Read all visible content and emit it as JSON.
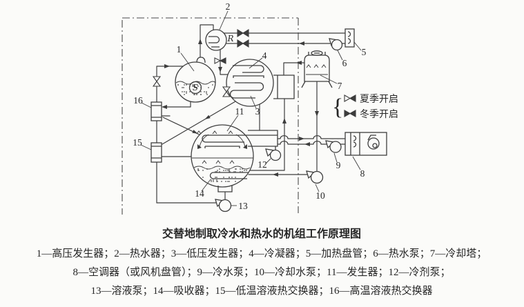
{
  "colors": {
    "line": "#3d3d3d",
    "bg": "#fbfbf9",
    "text": "#262626"
  },
  "diagram": {
    "labels": {
      "n1": "1",
      "n2": "2",
      "n3": "3",
      "n4": "4",
      "n5": "5",
      "n6": "6",
      "n7": "7",
      "n8": "8",
      "n9": "9",
      "n10": "10",
      "n11": "11",
      "n12": "12",
      "n13": "13",
      "n14": "14",
      "n15": "15",
      "n16": "16"
    },
    "letters": {
      "r": "R",
      "s": "S"
    },
    "legend": {
      "brace": "{",
      "summer": "夏季开启",
      "winter": "冬季开启"
    }
  },
  "caption": {
    "title": "交替地制取冷水和热水的机组工作原理图",
    "line1": "1—高压发生器；2—热水器；3—低压发生器；4—冷凝器；5—加热盘管；6—热水泵；7—冷却塔；",
    "line2": "8—空调器（或风机盘管）；9—冷水泵；10—冷却水泵；11—发生器；12—冷剂泵；",
    "line3": "13—溶液泵；14—吸收器；15—低温溶液热交换器；16—高温溶液热交换器"
  }
}
